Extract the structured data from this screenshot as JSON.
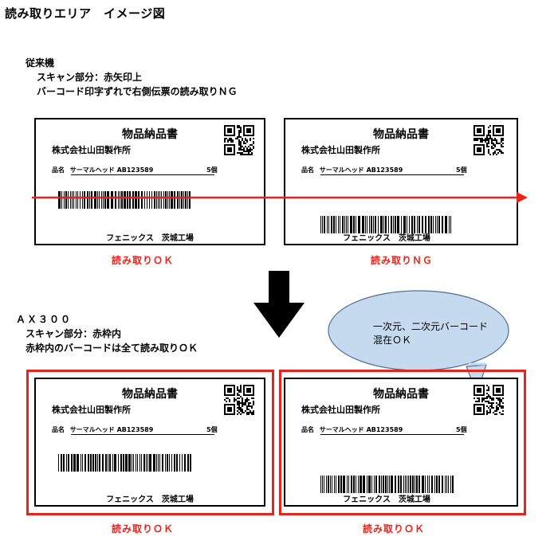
{
  "title": "読み取りエリア　イメージ図",
  "old": {
    "heading": "従来機",
    "line1": "スキャン部分：赤矢印上",
    "line2": "バーコード印字ずれで右側伝票の読み取りＮＧ"
  },
  "new": {
    "heading": "ＡＸ３００",
    "line1": "スキャン部分：赤枠内",
    "line2": "赤枠内のバーコードは全て読み取りＯＫ"
  },
  "callout": {
    "line1": "一次元、二次元バーコード",
    "line2": "混在ＯＫ"
  },
  "slip": {
    "title": "物品納品書",
    "company": "株式会社山田製作所",
    "item_label": "品名",
    "item_value": "サーマルヘッド AB123589",
    "qty": "5個",
    "footer": "フェニックス　茨城工場"
  },
  "results": {
    "old_left": "読み取りＯＫ",
    "old_right": "読み取りＮＧ",
    "new_left": "読み取りＯＫ",
    "new_right": "読み取りＯＫ"
  },
  "colors": {
    "accent_red": "#e8231c",
    "callout_fill": "#c5d9ef",
    "callout_stroke": "#4f6f95"
  }
}
